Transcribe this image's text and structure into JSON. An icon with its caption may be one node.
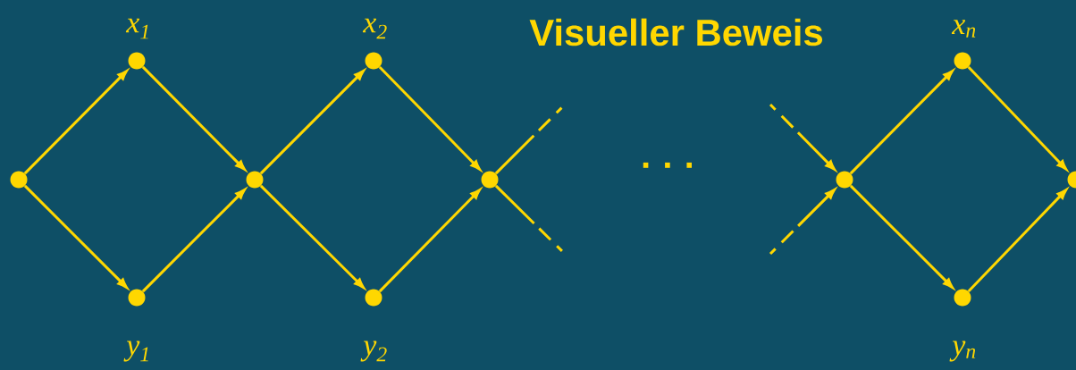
{
  "diagram": {
    "title": "Visueller Beweis",
    "nodes": [
      {
        "text": [],
        "shape": "circle"
      },
      {
        "text": [],
        "shape": "circle",
        "beside": [
          "x$_{1}$"
        ]
      },
      {
        "text": [],
        "shape": "circle",
        "beside": [
          "y$_{1}$"
        ]
      },
      {
        "text": [],
        "shape": "circle"
      },
      {
        "text": [],
        "shape": "circle",
        "beside": [
          "x$_{2}$"
        ]
      },
      {
        "text": [],
        "shape": "circle",
        "beside": [
          "y$_{2}$"
        ]
      },
      {
        "text": [],
        "shape": "circle"
      },
      {
        "text": [],
        "shape": "circle"
      },
      {
        "text": [],
        "shape": "circle",
        "beside": [
          "x$_{n}$"
        ]
      },
      {
        "text": [],
        "shape": "circle",
        "beside": [
          "y$_{n}$"
        ]
      },
      {
        "text": [],
        "shape": "circle"
      }
    ],
    "edges": [
      {
        "from": 0,
        "to": 1,
        "arrow": "to"
      },
      {
        "from": 0,
        "to": 2,
        "arrow": "to"
      },
      {
        "from": 1,
        "to": 3,
        "arrow": "to"
      },
      {
        "from": 2,
        "to": 3,
        "arrow": "to"
      },
      {
        "from": 3,
        "to": 4,
        "arrow": "to"
      },
      {
        "from": 3,
        "to": 5,
        "arrow": "to"
      },
      {
        "from": 4,
        "to": 6,
        "arrow": "to"
      },
      {
        "from": 5,
        "to": 6,
        "arrow": "to"
      },
      {
        "from": 6,
        "to": null,
        "arrow": "none",
        "style": "dashed"
      },
      {
        "from": 6,
        "to": null,
        "arrow": "none",
        "style": "dashed"
      },
      {
        "from": null,
        "to": 7,
        "arrow": "to",
        "style": "dashed"
      },
      {
        "from": null,
        "to": 7,
        "arrow": "to",
        "style": "dashed"
      },
      {
        "from": 7,
        "to": 8,
        "arrow": "to"
      },
      {
        "from": 7,
        "to": 9,
        "arrow": "to"
      },
      {
        "from": 8,
        "to": 10,
        "arrow": "to"
      },
      {
        "from": 9,
        "to": 10,
        "arrow": "to"
      }
    ],
    "labels": [
      "· · ·"
    ]
  }
}
